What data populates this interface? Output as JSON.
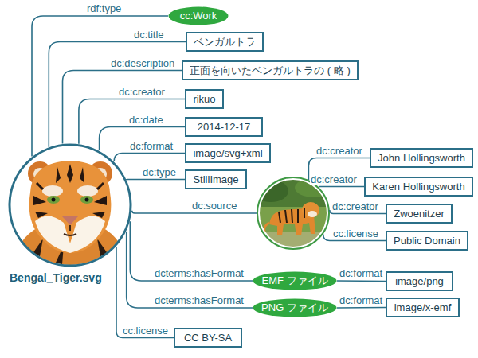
{
  "diagram": {
    "nodes": [
      {
        "text": [
          "Bengal_Tiger.svg"
        ]
      },
      {
        "text": [
          "cc:Work"
        ]
      },
      {
        "text": [
          "ベンガルトラ"
        ]
      },
      {
        "text": [
          "正面を向いたベンガルトラの ( 略 )"
        ]
      },
      {
        "text": [
          "rikuo"
        ]
      },
      {
        "text": [
          "2014-12-17"
        ]
      },
      {
        "text": [
          "image/svg+xml"
        ]
      },
      {
        "text": [
          "StillImage"
        ]
      },
      {
        "text": []
      },
      {
        "text": [
          "John Hollingsworth"
        ]
      },
      {
        "text": [
          "Karen Hollingsworth"
        ]
      },
      {
        "text": [
          "Zwoenitzer"
        ]
      },
      {
        "text": [
          "Public Domain"
        ]
      },
      {
        "text": [
          "EMF ファイル"
        ]
      },
      {
        "text": [
          "image/png"
        ]
      },
      {
        "text": [
          "PNG ファイル"
        ]
      },
      {
        "text": [
          "image/x-emf"
        ]
      },
      {
        "text": [
          "CC BY-SA"
        ]
      }
    ],
    "edges": [
      {
        "from": 0,
        "to": 1,
        "label": "rdf:type",
        "arrow": "none"
      },
      {
        "from": 0,
        "to": 2,
        "label": "dc:title",
        "arrow": "none"
      },
      {
        "from": 0,
        "to": 3,
        "label": "dc:description",
        "arrow": "none"
      },
      {
        "from": 0,
        "to": 4,
        "label": "dc:creator",
        "arrow": "none"
      },
      {
        "from": 0,
        "to": 5,
        "label": "dc:date",
        "arrow": "none"
      },
      {
        "from": 0,
        "to": 6,
        "label": "dc:format",
        "arrow": "none"
      },
      {
        "from": 0,
        "to": 7,
        "label": "dc:type",
        "arrow": "none"
      },
      {
        "from": 0,
        "to": 8,
        "label": "dc:source",
        "arrow": "none"
      },
      {
        "from": 8,
        "to": 9,
        "label": "dc:creator",
        "arrow": "none"
      },
      {
        "from": 8,
        "to": 10,
        "label": "dc:creator",
        "arrow": "none"
      },
      {
        "from": 8,
        "to": 11,
        "label": "dc:creator",
        "arrow": "none"
      },
      {
        "from": 8,
        "to": 12,
        "label": "cc:license",
        "arrow": "none"
      },
      {
        "from": 0,
        "to": 13,
        "label": "dcterms:hasFormat",
        "arrow": "none"
      },
      {
        "from": 13,
        "to": 14,
        "label": "dc:format",
        "arrow": "none"
      },
      {
        "from": 0,
        "to": 15,
        "label": "dcterms:hasFormat",
        "arrow": "none"
      },
      {
        "from": 15,
        "to": 16,
        "label": "dc:format",
        "arrow": "none"
      },
      {
        "from": 0,
        "to": 17,
        "label": "cc:license",
        "arrow": "none"
      }
    ]
  }
}
